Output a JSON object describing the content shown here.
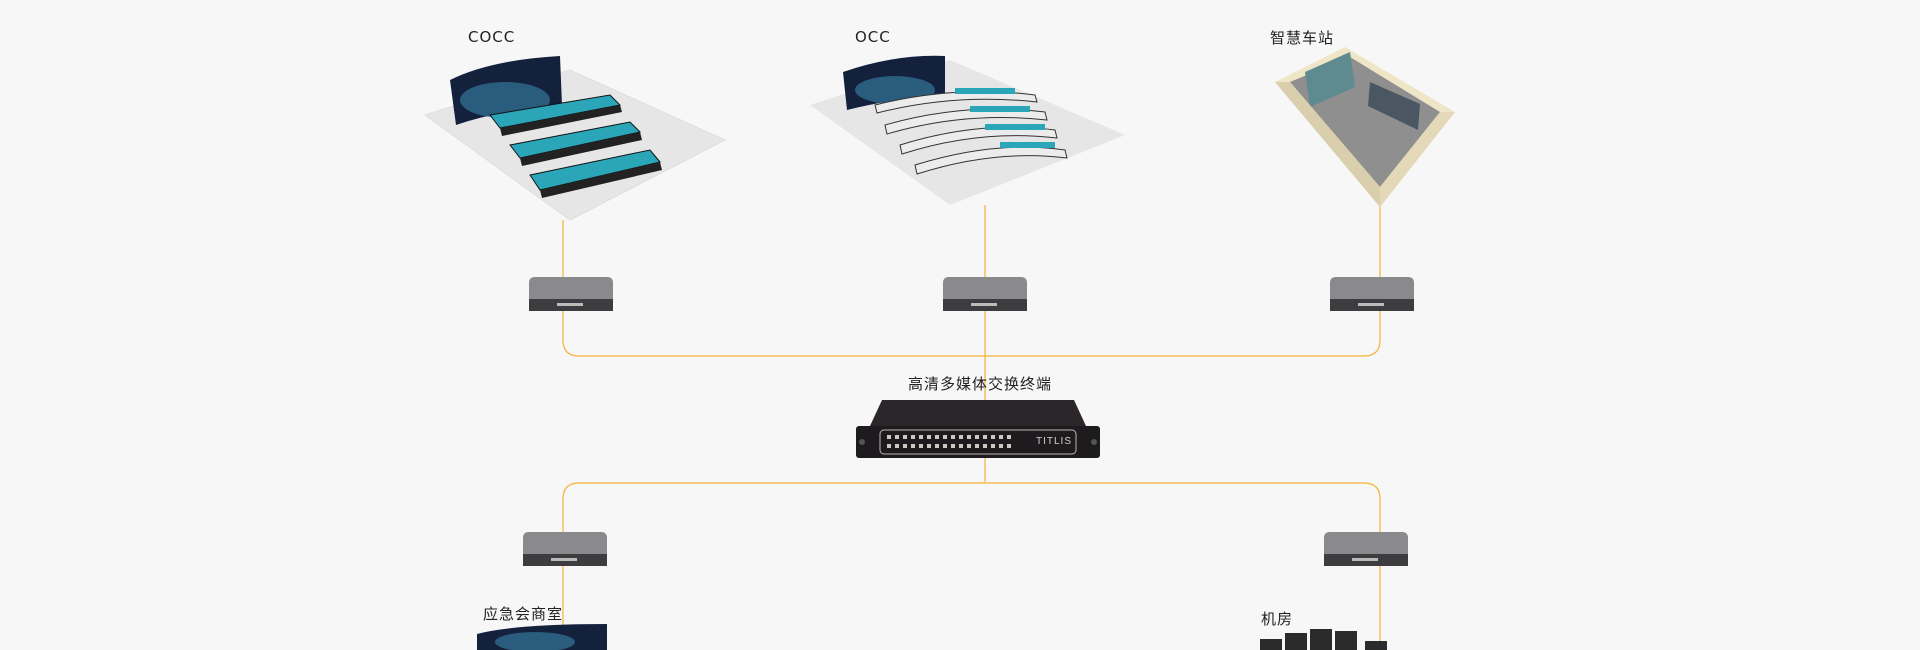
{
  "nodes": {
    "cocc": {
      "label": "COCC"
    },
    "occ": {
      "label": "OCC"
    },
    "station": {
      "label": "智慧车站"
    },
    "switch": {
      "label": "高清多媒体交换终端",
      "brand": "TITLIS"
    },
    "emergency": {
      "label": "应急会商室"
    },
    "machine_room": {
      "label": "机房"
    }
  },
  "colors": {
    "background": "#f7f7f7",
    "connector": "#f5b335",
    "device_dark": "#1e1b1e"
  }
}
